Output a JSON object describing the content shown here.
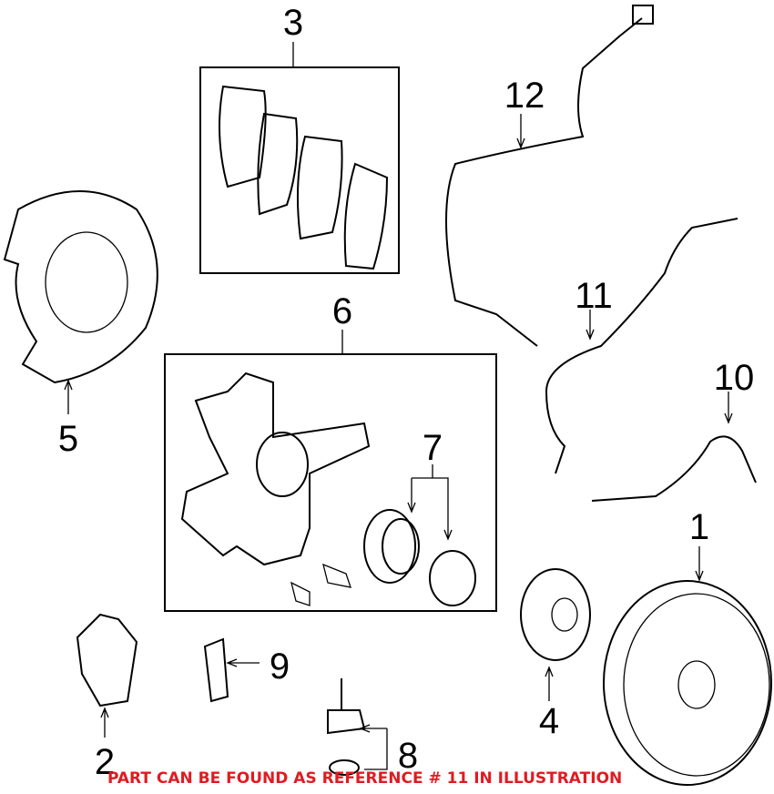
{
  "callouts": [
    "1",
    "2",
    "3",
    "4",
    "5",
    "6",
    "7",
    "8",
    "9",
    "10",
    "11",
    "12"
  ],
  "note": "PART CAN BE FOUND AS REFERENCE # 11 IN ILLUSTRATION",
  "note_color": "#e01b22"
}
